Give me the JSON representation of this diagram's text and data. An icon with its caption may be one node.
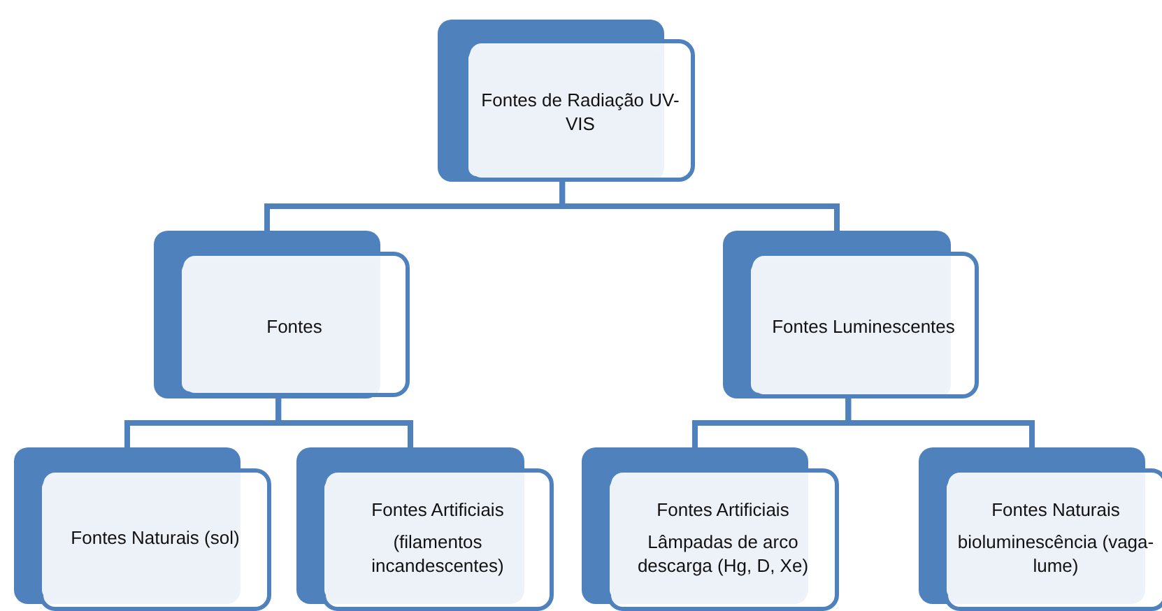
{
  "diagram": {
    "nodes": [
      {
        "text": [
          "Fontes de Radiação UV-VIS"
        ]
      },
      {
        "text": [
          "Fontes"
        ]
      },
      {
        "text": [
          "Fontes Luminescentes"
        ]
      },
      {
        "text": [
          "Fontes Naturais (sol)"
        ]
      },
      {
        "text": [
          "Fontes Artificiais",
          "(filamentos incandescentes)"
        ]
      },
      {
        "text": [
          "Fontes Artificiais",
          "Lâmpadas de arco descarga (Hg, D, Xe)"
        ]
      },
      {
        "text": [
          "Fontes Naturais",
          "bioluminescência (vaga-lume)"
        ]
      }
    ],
    "edges": [
      {
        "from": 0,
        "to": 1,
        "arrow": "none"
      },
      {
        "from": 0,
        "to": 2,
        "arrow": "none"
      },
      {
        "from": 1,
        "to": 3,
        "arrow": "none"
      },
      {
        "from": 1,
        "to": 4,
        "arrow": "none"
      },
      {
        "from": 2,
        "to": 5,
        "arrow": "none"
      },
      {
        "from": 2,
        "to": 6,
        "arrow": "none"
      }
    ]
  }
}
